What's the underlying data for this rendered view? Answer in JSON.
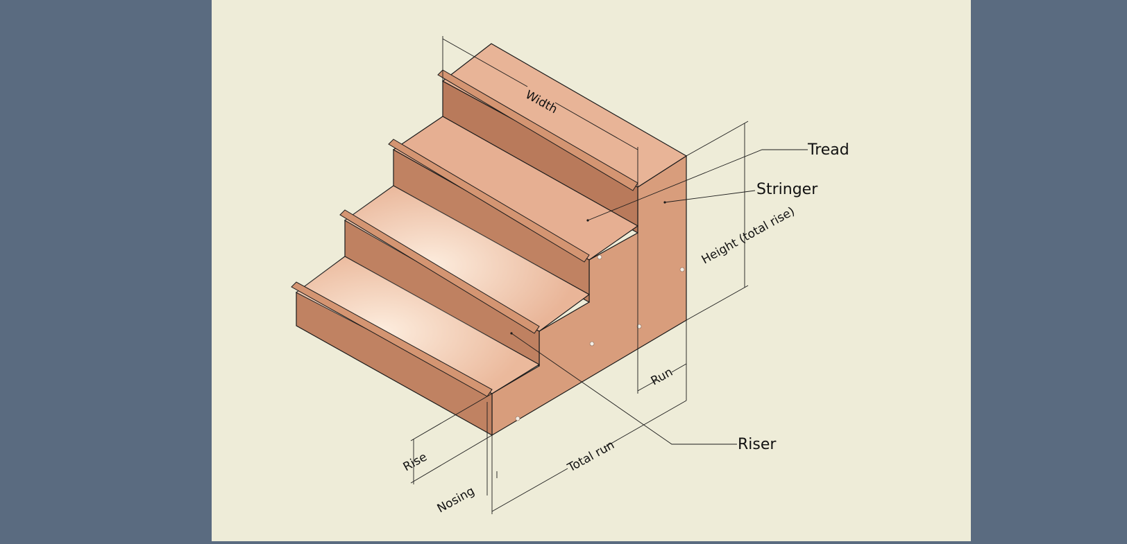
{
  "colors": {
    "outer_background": "#5a6b80",
    "canvas": "#eeecd8",
    "tread": "#e7b194",
    "riser": "#c58868",
    "stringer": "#d89d7c",
    "nosing": "#d49572",
    "line": "#1a1a1a"
  },
  "callouts": {
    "tread": "Tread",
    "stringer": "Stringer",
    "riser": "Riser"
  },
  "dimensions": {
    "width": "Width",
    "height": "Height (total rise)",
    "run": "Run",
    "total_run": "Total run",
    "rise": "Rise",
    "nosing": "Nosing"
  }
}
